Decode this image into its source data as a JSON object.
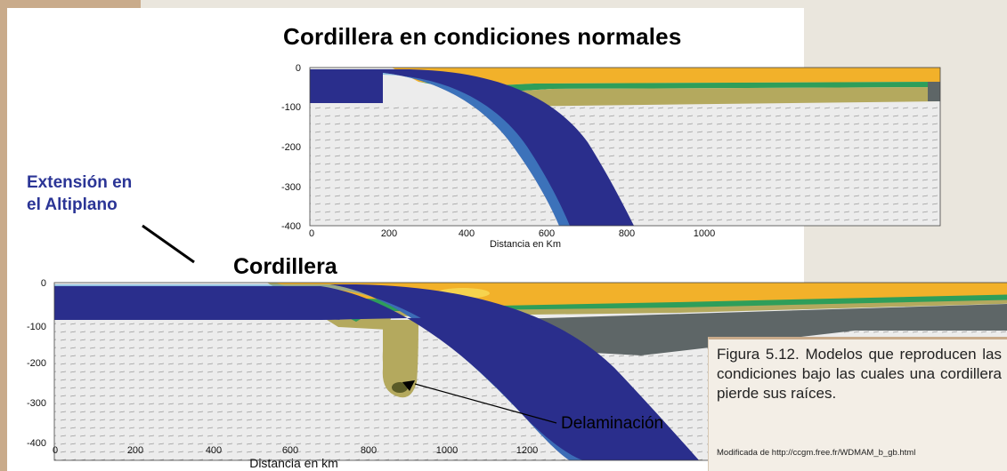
{
  "top_model": {
    "title": "Cordillera en condiciones normales",
    "x_ticks": [
      "0",
      "200",
      "400",
      "600",
      "800",
      "1000"
    ],
    "y_ticks": [
      "0",
      "-100",
      "-200",
      "-300",
      "-400"
    ],
    "x_label": "Distancia en Km"
  },
  "bottom_model": {
    "title": "Cordillera",
    "x_ticks": [
      "0",
      "200",
      "400",
      "600",
      "800",
      "1000",
      "1200"
    ],
    "y_ticks": [
      "0",
      "-100",
      "-200",
      "-300",
      "-400"
    ],
    "x_label": "Distancia en km"
  },
  "annotations": {
    "extension_line1": "Extensión en",
    "extension_line2": "el Altiplano",
    "delamination": "Delaminación"
  },
  "caption": {
    "text": "Figura 5.12. Modelos que reproducen las condiciones bajo las cuales una cordillera pierde sus raíces.",
    "source": "Modificada de http://ccgm.free.fr/WDMAM_b_gb.html"
  },
  "colors": {
    "slab": "#2a2e8c",
    "crust": "#f2b12a",
    "green_layer": "#2e9e5a",
    "olive_layer": "#b4a95e",
    "lithosphere_gray": "#5e6667",
    "mantle": "#ececec",
    "accent_tan": "#c9ab8b",
    "annotation_blue": "#2b3596"
  }
}
